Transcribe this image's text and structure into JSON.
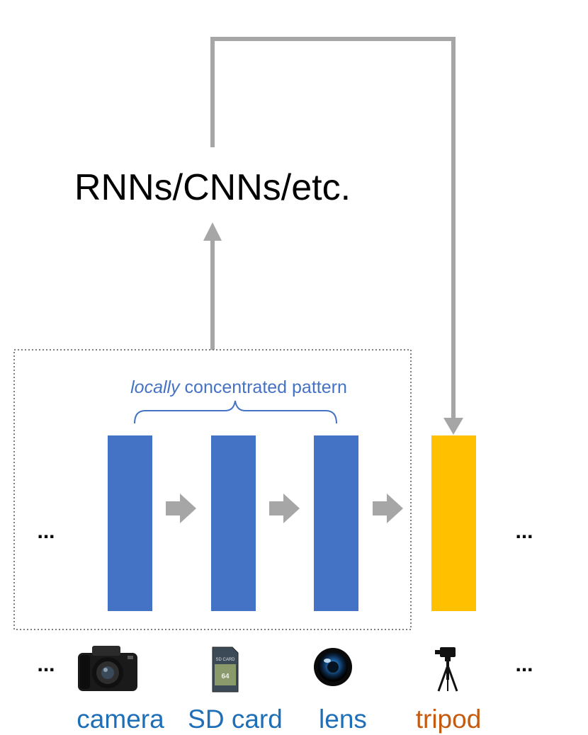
{
  "model_label": "RNNs/CNNs/etc.",
  "pattern_label": {
    "emphasis": "locally",
    "rest": " concentrated pattern"
  },
  "ellipsis": "...",
  "items": [
    {
      "label": "camera",
      "icon": "camera-icon",
      "block_color": "#4472C4",
      "label_color": "#1F6FB8"
    },
    {
      "label": "SD card",
      "icon": "sd-card-icon",
      "block_color": "#4472C4",
      "label_color": "#1F6FB8",
      "card_text": "SD CARD",
      "card_capacity": "64"
    },
    {
      "label": "lens",
      "icon": "lens-icon",
      "block_color": "#4472C4",
      "label_color": "#1F6FB8"
    },
    {
      "label": "tripod",
      "icon": "tripod-icon",
      "block_color": "#FFC000",
      "label_color": "#C55A11"
    }
  ],
  "colors": {
    "arrow": "#A6A6A6",
    "brace": "#4472C4",
    "dotted_box": "#808080",
    "text": "#000000"
  }
}
